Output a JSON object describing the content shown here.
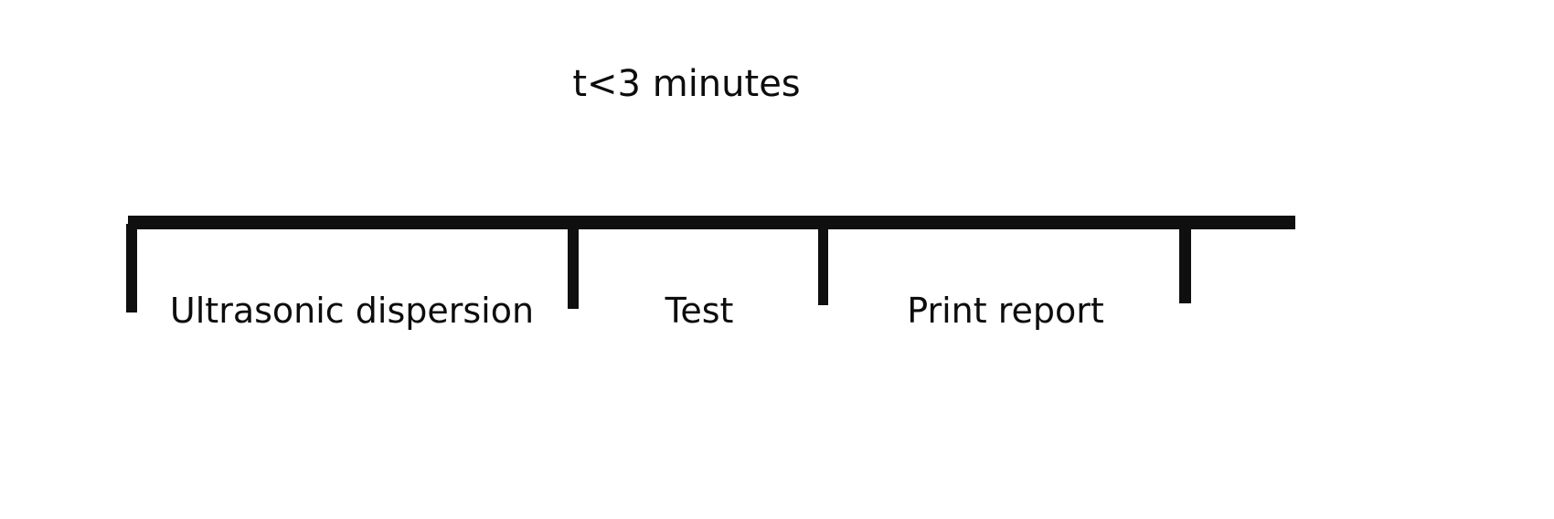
{
  "diagram": {
    "type": "process-timeline",
    "title": "t<3 minutes",
    "background_color": "#ffffff",
    "line_color": "#0f0f0f",
    "text_color": "#0d0d0d",
    "axis": {
      "label": "timeline-bar",
      "orientation": "horizontal"
    },
    "ticks": [
      {
        "name": "start-tick"
      },
      {
        "name": "divider-tick-1"
      },
      {
        "name": "divider-tick-2"
      },
      {
        "name": "end-tick"
      }
    ],
    "segments": [
      {
        "label": "Ultrasonic dispersion"
      },
      {
        "label": "Test"
      },
      {
        "label": "Print report"
      }
    ]
  }
}
